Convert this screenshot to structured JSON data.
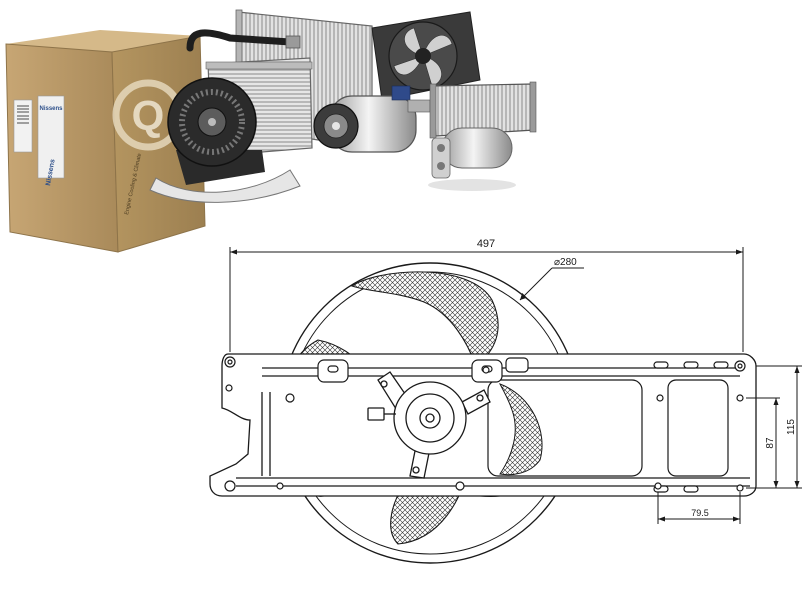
{
  "product_photo": {
    "box": {
      "brand_label": "Nissens",
      "brand_label_side": "Nissens",
      "side_text": "Engine Cooling & Climate",
      "quality_badge": "Q"
    },
    "components": [
      {
        "icon": "blower-motor-icon"
      },
      {
        "icon": "ac-condenser-icon"
      },
      {
        "icon": "radiator-fan-icon"
      },
      {
        "icon": "evaporator-icon"
      },
      {
        "icon": "ac-compressor-icon"
      },
      {
        "icon": "heater-core-icon"
      },
      {
        "icon": "receiver-drier-icon"
      },
      {
        "icon": "ac-hose-icon"
      }
    ]
  },
  "drawing": {
    "dim_overall_width": "497",
    "dim_fan_diameter": "⌀280",
    "dim_height_outer": "115",
    "dim_height_inner": "87",
    "dim_hole_offset": "79.5"
  },
  "colors": {
    "line": "#1a1a1a",
    "box_cardboard": "#b89968",
    "box_label": "#2d4f8a",
    "metal_light": "#d8d8d8",
    "metal_dark": "#5a5a5a"
  }
}
